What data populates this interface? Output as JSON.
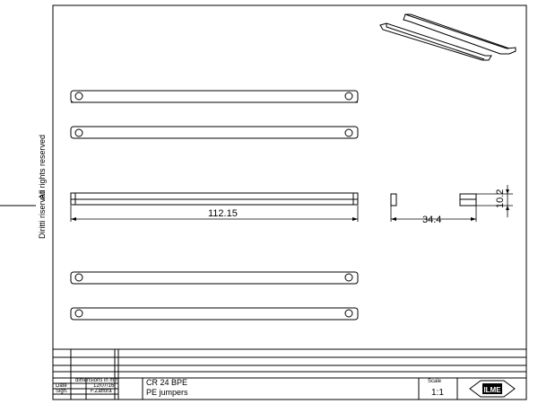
{
  "sidebar": {
    "rights_it": "Diritti riservati",
    "rights_en": "All rights reserved"
  },
  "dimensions": {
    "length": "112.15",
    "width": "34.4",
    "height": "10.2"
  },
  "title_block": {
    "units_note": "dimensions in mm",
    "date_label": "Date",
    "date_value": "12/07/16",
    "sign_label": "Sign.",
    "sign_value": "F.Zaffora",
    "code": "CR 24 BPE",
    "description": "PE jumpers",
    "scale_label": "Scale",
    "scale_value": "1:1",
    "logo_text": "ILME"
  }
}
